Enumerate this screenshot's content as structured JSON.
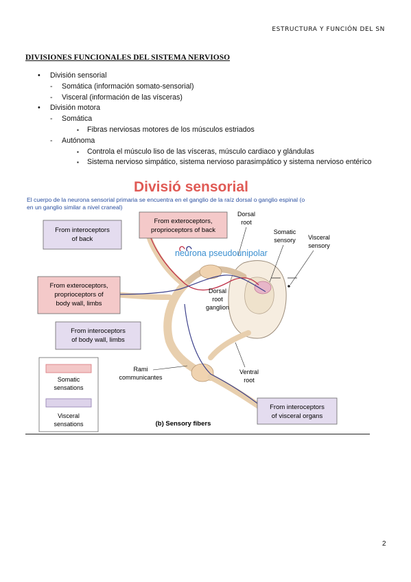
{
  "header": {
    "text": "ESTRUCTURA Y FUNCIÓN DEL SN"
  },
  "title": "DIVISIONES FUNCIONALES DEL SISTEMA NERVIOSO",
  "outline": [
    {
      "level": 1,
      "text": "División sensorial"
    },
    {
      "level": 2,
      "text": "Somática (información somato-sensorial)"
    },
    {
      "level": 2,
      "text": "Visceral (información de las vísceras)"
    },
    {
      "level": 1,
      "text": "División motora"
    },
    {
      "level": 2,
      "text": "Somática"
    },
    {
      "level": 3,
      "text": "Fibras nerviosas motores de los músculos estriados"
    },
    {
      "level": 2,
      "text": "Autónoma"
    },
    {
      "level": 3,
      "text": "Controla el músculo liso de las vísceras, músculo cardiaco y glándulas"
    },
    {
      "level": 3,
      "text": "Sistema nervioso simpático, sistema nervioso parasimpático y sistema nervioso entérico"
    }
  ],
  "bullets": {
    "1": "•",
    "2": "-",
    "3": "▪"
  },
  "figure": {
    "heading": "Divisió sensorial",
    "caption_line1": "El cuerpo de la neurona sensorial primaria se encuentra en el ganglio de la raíz dorsal o ganglio espinal (o",
    "caption_line2": "en un ganglio similar a nivel craneal)",
    "neuron_label": "neurona pseudounipolar",
    "boxes": {
      "intero_back": [
        "From interoceptors",
        "of back"
      ],
      "extero_back": [
        "From exteroceptors,",
        "proprioceptors of back"
      ],
      "extero_wall": [
        "From exteroceptors,",
        "proprioceptors of",
        "body wall, limbs"
      ],
      "intero_wall": [
        "From interoceptors",
        "of body wall, limbs"
      ],
      "intero_visceral": [
        "From interoceptors",
        "of visceral organs"
      ]
    },
    "labels": {
      "dorsal_root": [
        "Dorsal",
        "root"
      ],
      "somatic_sensory": [
        "Somatic",
        "sensory"
      ],
      "visceral_sensory": [
        "Visceral",
        "sensory"
      ],
      "ganglion": [
        "Dorsal",
        "root",
        "ganglion"
      ],
      "rami": [
        "Rami",
        "communicantes"
      ],
      "ventral_root": [
        "Ventral",
        "root"
      ]
    },
    "legend": {
      "somatic": [
        "Somatic",
        "sensations"
      ],
      "visceral": [
        "Visceral",
        "sensations"
      ]
    },
    "subcaption": "(b) Sensory fibers",
    "colors": {
      "heading": "#e05a55",
      "caption": "#2a4fa0",
      "neuron_label": "#3a8fd0",
      "somatic_fill": "#f3c7c7",
      "somatic_stroke": "#d9757a",
      "visceral_fill": "#ddd3ea",
      "visceral_stroke": "#8e7bb0",
      "nerve_fill": "#f4dcc0"
    }
  },
  "page_number": "2"
}
